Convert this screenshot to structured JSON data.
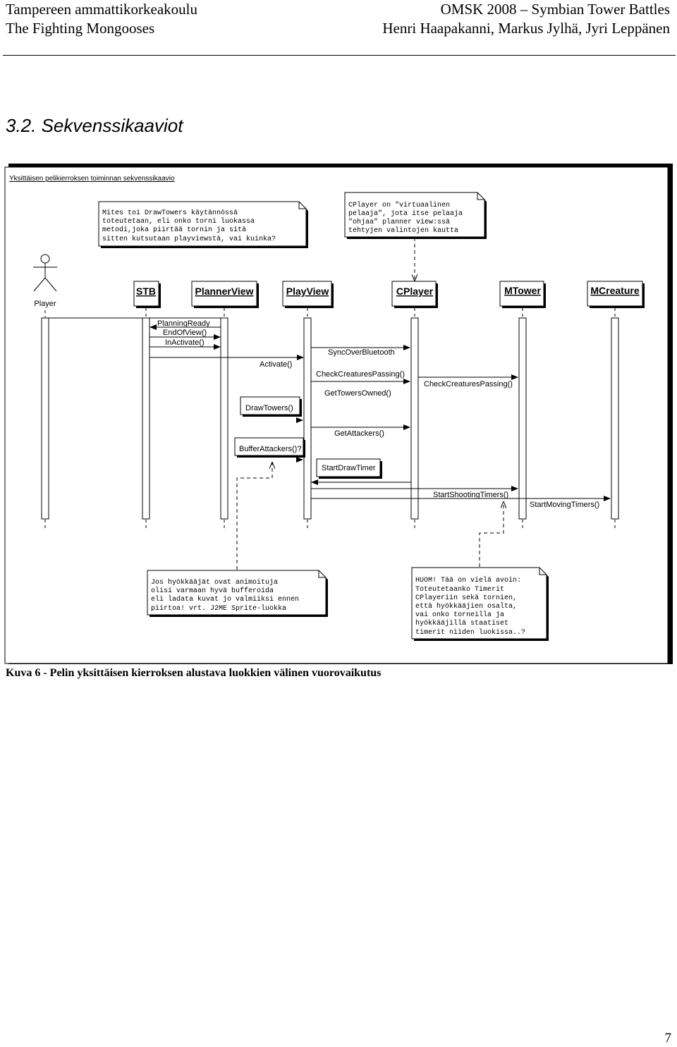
{
  "header": {
    "school": "Tampereen ammattikorkeakoulu",
    "team": "The Fighting Mongooses",
    "course": "OMSK 2008 – Symbian Tower Battles",
    "authors": "Henri Haapakanni, Markus Jylhä, Jyri Leppänen"
  },
  "section_title": "3.2. Sekvenssikaaviot",
  "diagram": {
    "frame_title": "Yksittäisen pelikierroksen toiminnan sekvenssikaavio",
    "actor": "Player",
    "lifelines": [
      "STB",
      "PlannerView",
      "PlayView",
      "CPlayer",
      "MTower",
      "MCreature"
    ],
    "messages": [
      "PlanningReady",
      "EndOfView()",
      "InActivate()",
      "SyncOverBluetooth",
      "Activate()",
      "CheckCreaturesPassing()",
      "CheckCreaturesPassing()",
      "GetTowersOwned()",
      "DrawTowers()",
      "GetAttackers()",
      "BufferAttackers()?",
      "StartDrawTimer",
      "StartShootingTimers()",
      "StartMovingTimers()"
    ],
    "notes": {
      "drawtowers_note": [
        "Mites toi DrawTowers käytännössä",
        "toteutetaan, eli onko torni luokassa",
        "metodi,joka piirtää tornin ja sitä",
        "sitten kutsutaan playviewstä, vai kuinka?"
      ],
      "cplayer_note": [
        "CPlayer on \"virtuaalinen",
        "pelaaja\", jota itse pelaaja",
        "\"ohjaa\" planner view:ssä",
        "tehtyjen valintojen kautta"
      ],
      "attackers_note": [
        "Jos hyökkääjät ovat animoituja",
        "olisi varmaan hyvä bufferoida",
        "eli ladata kuvat jo valmiiksi ennen",
        "piirtoa! vrt. J2ME Sprite-luokka"
      ],
      "timers_note": [
        "HUOM! Tää on vielä avoin:",
        "Toteutetaanko Timerit",
        "CPlayeriin sekä tornien,",
        "että hyökkääjien osalta,",
        "vai onko torneilla ja",
        "hyökkääjillä staatiset",
        "timerit niiden luokissa..?"
      ]
    }
  },
  "caption": "Kuva 6 - Pelin yksittäisen kierroksen alustava luokkien välinen vuorovaikutus",
  "page_number": "7"
}
